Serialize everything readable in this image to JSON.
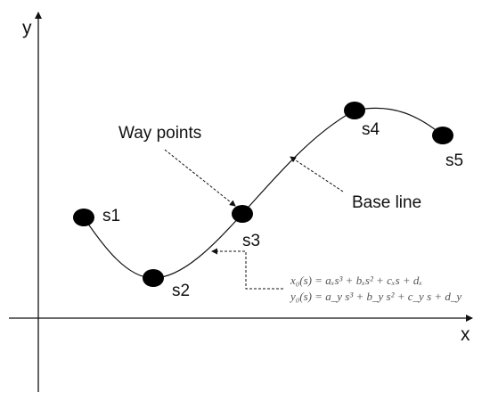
{
  "axes": {
    "x_label": "x",
    "y_label": "y"
  },
  "annotations": {
    "way_points": "Way points",
    "base_line": "Base line"
  },
  "points": [
    {
      "label": "s1"
    },
    {
      "label": "s2"
    },
    {
      "label": "s3"
    },
    {
      "label": "s4"
    },
    {
      "label": "s5"
    }
  ],
  "equations": {
    "x": "x₀(s) = aₓs³ + bₓs² + cₓs + dₓ",
    "y": "y₀(s) = a_y s³ + b_y s² + c_y s + d_y"
  },
  "colors": {
    "ink": "#111111",
    "equation": "#555555"
  }
}
